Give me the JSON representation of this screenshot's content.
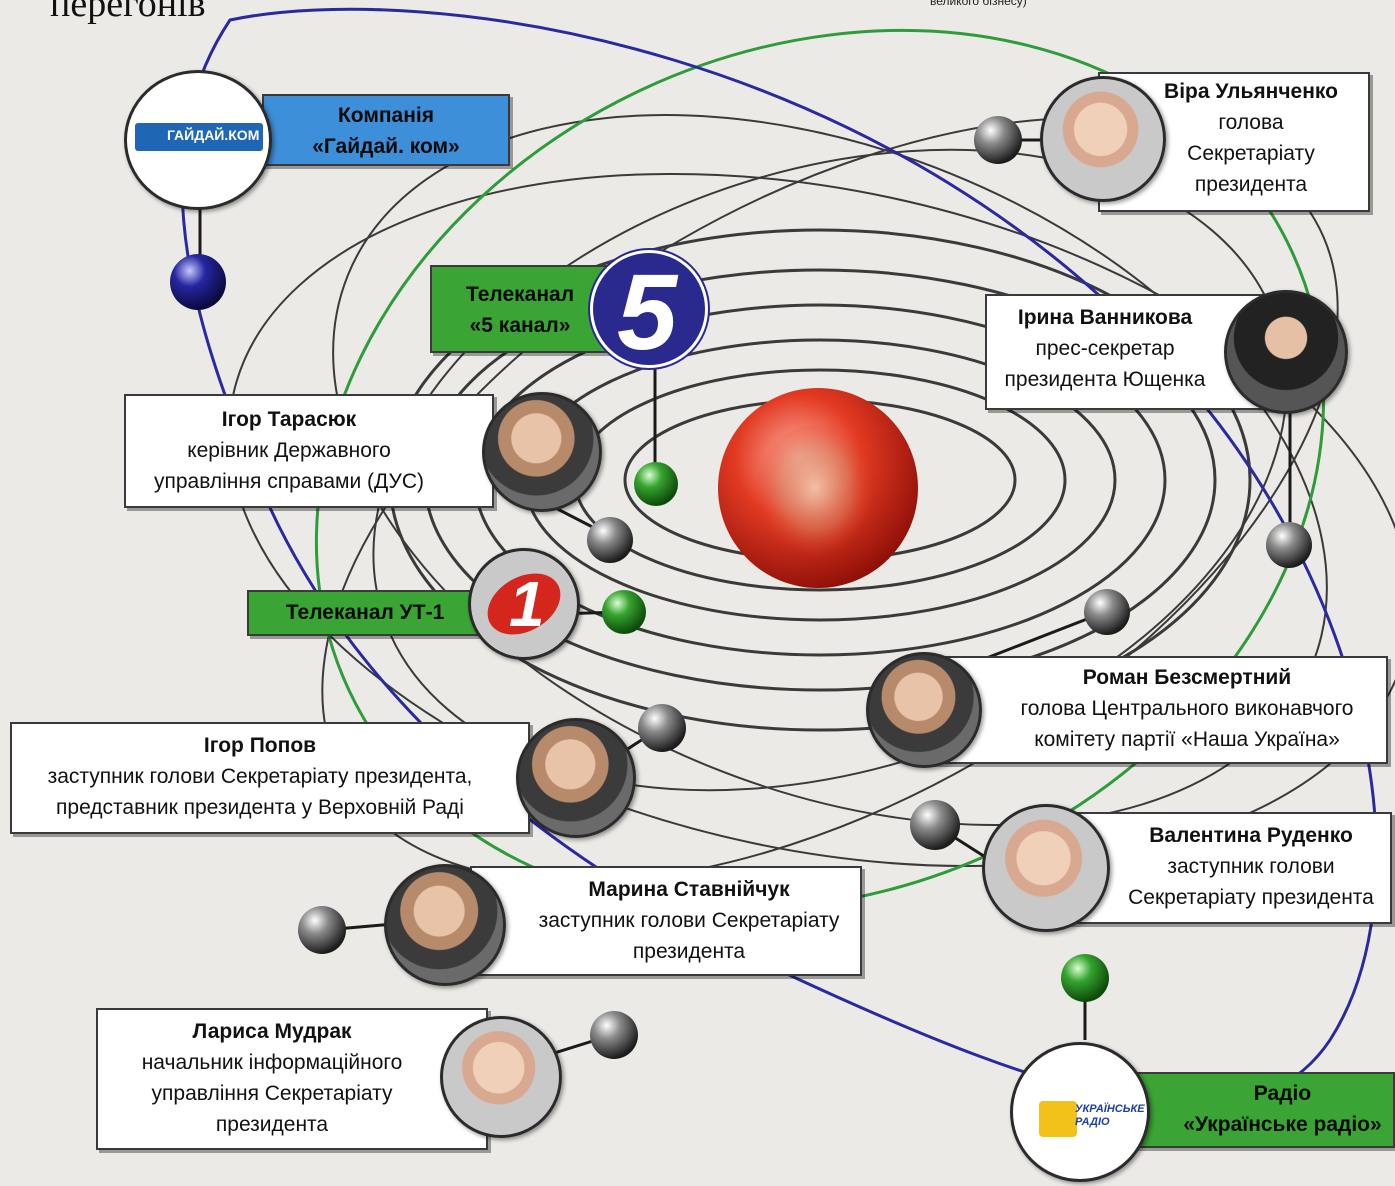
{
  "header": {
    "title_fragment": "перегонів",
    "note_fragment": "великого бізнесу)"
  },
  "center": {
    "icon": "central-figure-photo"
  },
  "nodes": {
    "gaidai": {
      "name": "Компанія",
      "role": "«Гайдай. ком»",
      "logo_text": "ГАЙДАЙ.КОМ",
      "icon": "gaidai-logo"
    },
    "channel5": {
      "name": "Телеканал",
      "role": "«5 канал»",
      "logo_text": "5",
      "icon": "channel-5-logo"
    },
    "ut1": {
      "name": "Телеканал УТ-1",
      "logo_text": "1",
      "icon": "ut1-logo"
    },
    "radio": {
      "name": "Радіо",
      "role": "«Українське радіо»",
      "logo_text": "УКРАЇНСЬКЕ РАДІО",
      "icon": "ukrainian-radio-logo"
    },
    "ulyanchenko": {
      "name": "Віра Ульянченко",
      "role_lines": [
        "голова",
        "Секретаріату",
        "президента"
      ]
    },
    "vannikova": {
      "name": "Ірина Ванникова",
      "role_lines": [
        "прес-секретар",
        "президента Ющенка"
      ]
    },
    "tarasiuk": {
      "name": "Ігор Тарасюк",
      "role_lines": [
        "керівник Державного",
        "управління справами (ДУС)"
      ]
    },
    "bezsmertnyi": {
      "name": "Роман Безсмертний",
      "role_lines": [
        "голова Центрального виконавчого",
        "комітету партії «Наша Україна»"
      ]
    },
    "popov": {
      "name": "Ігор Попов",
      "role_lines": [
        "заступник голови Секретаріату президента,",
        "представник президента у Верховній Раді"
      ]
    },
    "rudenko": {
      "name": "Валентина Руденко",
      "role_lines": [
        "заступник голови",
        "Секретаріату президента"
      ]
    },
    "stavniichuk": {
      "name": "Марина Ставнійчук",
      "role_lines": [
        "заступник голови Секретаріату",
        "президента"
      ]
    },
    "mudrak": {
      "name": "Лариса Мудрак",
      "role_lines": [
        "начальник інформаційного",
        "управління Секретаріату",
        "президента"
      ]
    }
  },
  "colors": {
    "green": "#3aa535",
    "blue": "#3c8fd8",
    "orbit_grey": "#3a3a3a",
    "orbit_green": "#2e9c3a",
    "orbit_blue": "#2a2aa0",
    "center_red": "#d8281c"
  }
}
